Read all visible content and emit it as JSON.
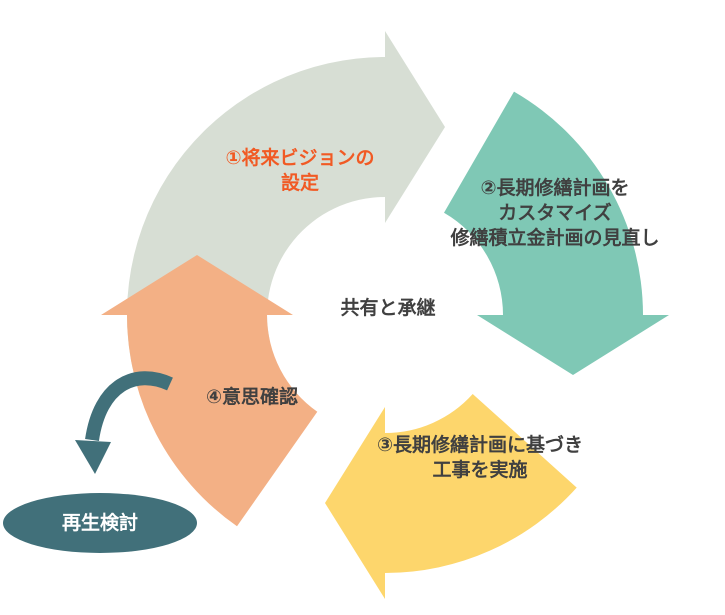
{
  "diagram": {
    "center_label": "共有と承継",
    "steps": [
      {
        "lines": [
          "①将来ビジョンの",
          "設定"
        ],
        "color": "#D7DED4",
        "text_color": "#F15A24"
      },
      {
        "lines": [
          "②長期修繕計画を",
          "カスタマイズ",
          "修繕積立金計画の見直し"
        ],
        "color": "#7FC8B5",
        "text_color": "#404040"
      },
      {
        "lines": [
          "③長期修繕計画に基づき",
          "工事を実施"
        ],
        "color": "#FDD66C",
        "text_color": "#404040"
      },
      {
        "lines": [
          "④意思確認"
        ],
        "color": "#F3B085",
        "text_color": "#404040"
      }
    ],
    "review": {
      "label": "再生検討",
      "color": "#41707A",
      "text_color": "#FFFFFF"
    },
    "connector_color": "#41707A"
  }
}
